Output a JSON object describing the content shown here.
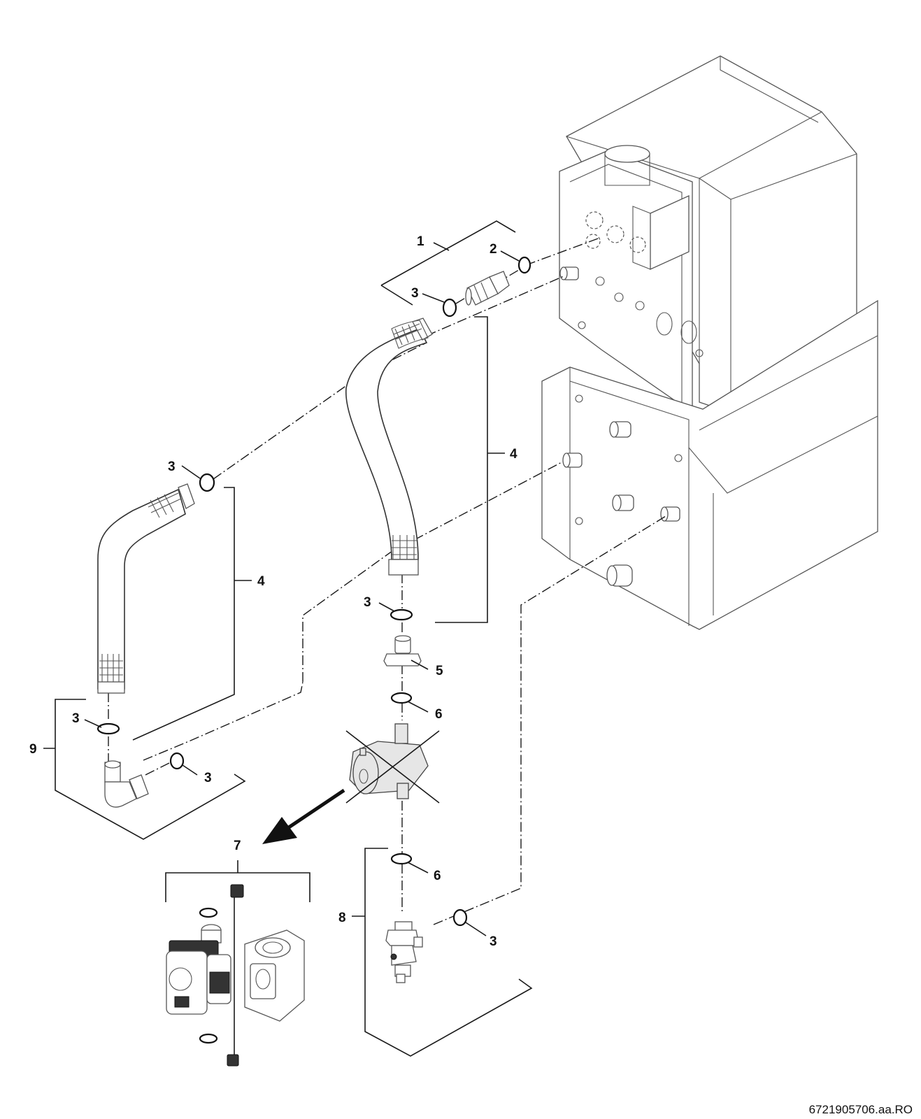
{
  "callouts": {
    "c1": "1",
    "c2": "2",
    "c3a": "3",
    "c3b": "3",
    "c3c": "3",
    "c3d": "3",
    "c3e": "3",
    "c3f": "3",
    "c4a": "4",
    "c4b": "4",
    "c5": "5",
    "c6a": "6",
    "c6b": "6",
    "c7": "7",
    "c8": "8",
    "c9": "9"
  },
  "reference": "6721905706.aa.RO"
}
